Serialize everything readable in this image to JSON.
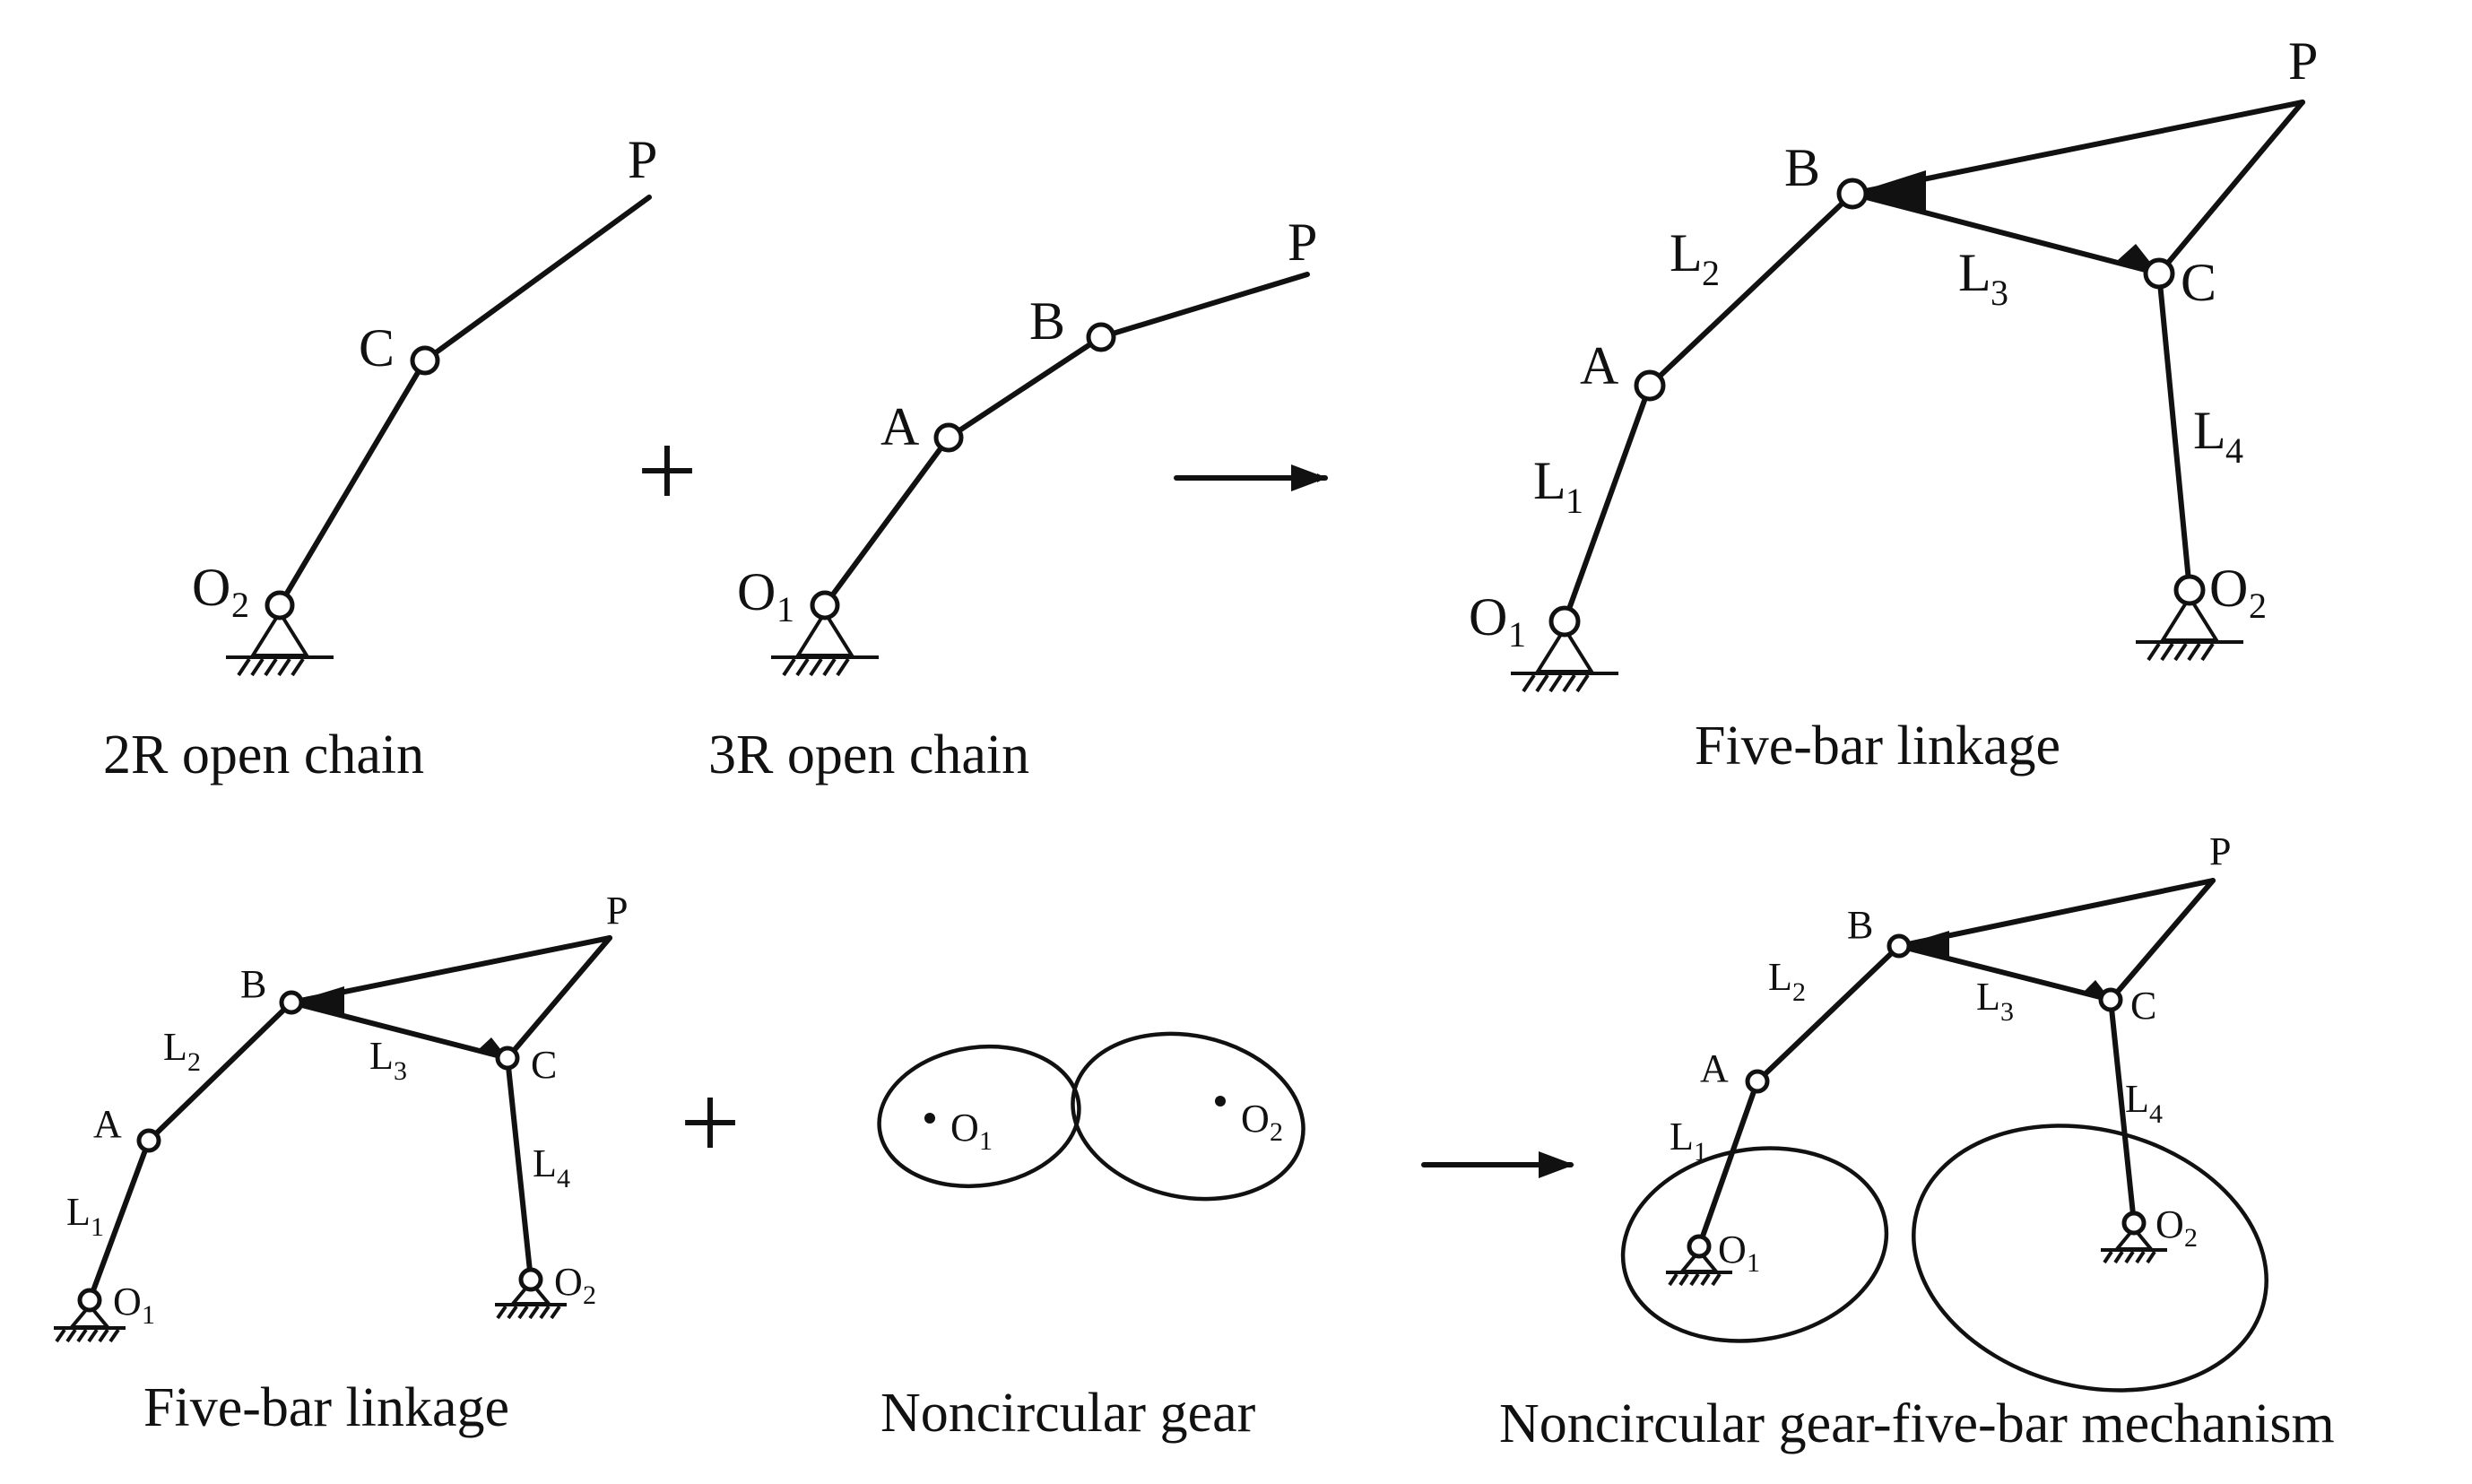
{
  "captions": {
    "open2r": "2R open chain",
    "open3r": "3R open chain",
    "fivebar_top": "Five-bar linkage",
    "fivebar_bottom": "Five-bar linkage",
    "gear": "Noncircular gear",
    "combined": "Noncircular gear-five-bar mechanism"
  },
  "operators": {
    "plus": "+"
  },
  "labels": {
    "P": "P",
    "A": "A",
    "B": "B",
    "C": "C",
    "O": "O",
    "L": "L",
    "sub1": "1",
    "sub2": "2",
    "sub3": "3",
    "sub4": "4"
  }
}
